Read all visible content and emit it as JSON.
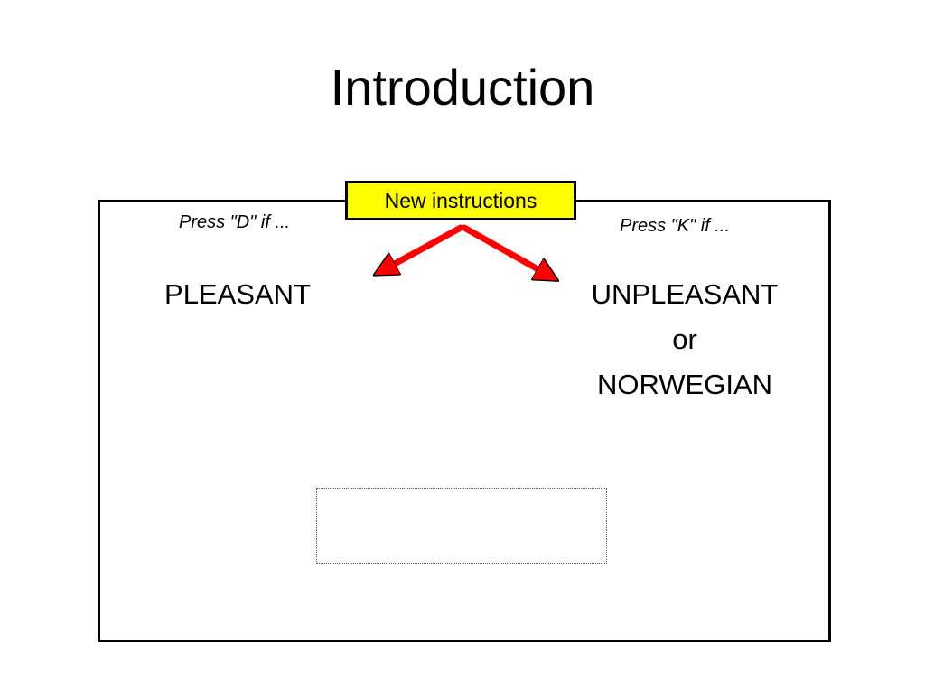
{
  "slide": {
    "title": "Introduction"
  },
  "banner": {
    "label": "New instructions",
    "fill_color": "#ffff00"
  },
  "left_key": {
    "prompt": "Press \"D\" if ...",
    "category": "PLEASANT"
  },
  "right_key": {
    "prompt": "Press \"K\" if ...",
    "category_line1": "UNPLEASANT",
    "category_line2": "or",
    "category_line3": "NORWEGIAN"
  },
  "arrow_color": "#ff0000"
}
